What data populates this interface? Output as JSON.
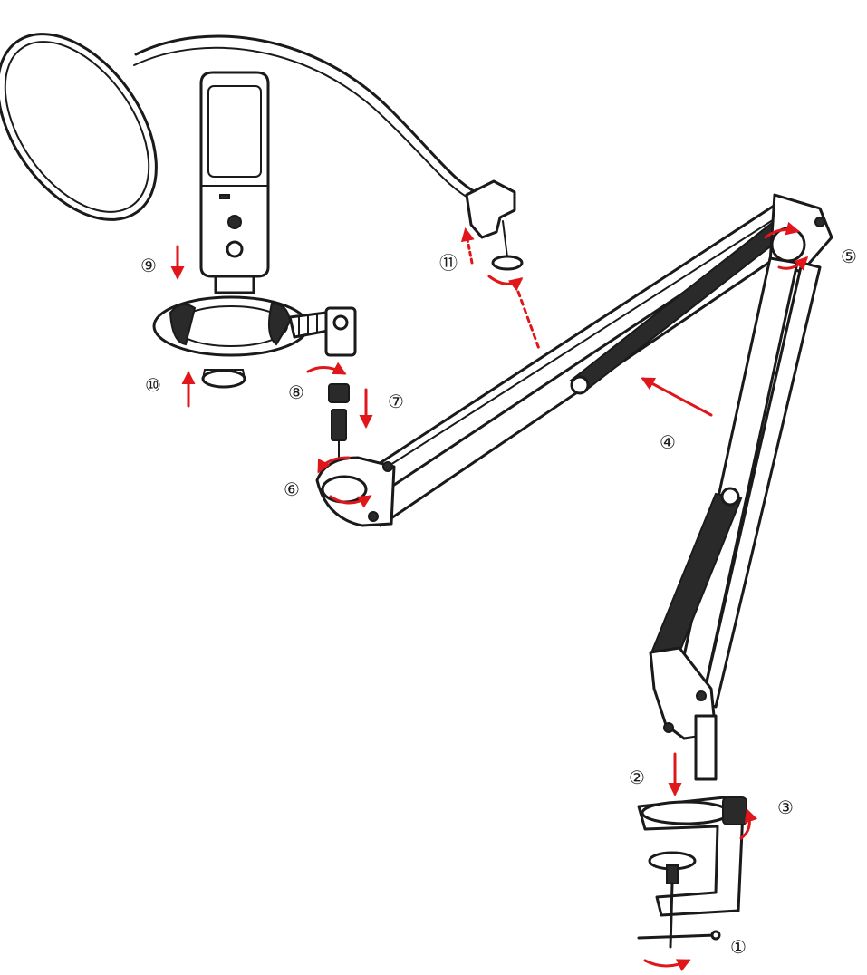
{
  "diagram": {
    "step_labels": {
      "s1": "①",
      "s2": "②",
      "s3": "③",
      "s4": "④",
      "s5": "⑤",
      "s6": "⑥",
      "s7": "⑦",
      "s8": "⑧",
      "s9": "⑨",
      "s10": "⑩",
      "s11": "⑪"
    },
    "colors": {
      "line": "#1a1a1a",
      "arrow": "#e0161b",
      "background": "#ffffff"
    }
  }
}
